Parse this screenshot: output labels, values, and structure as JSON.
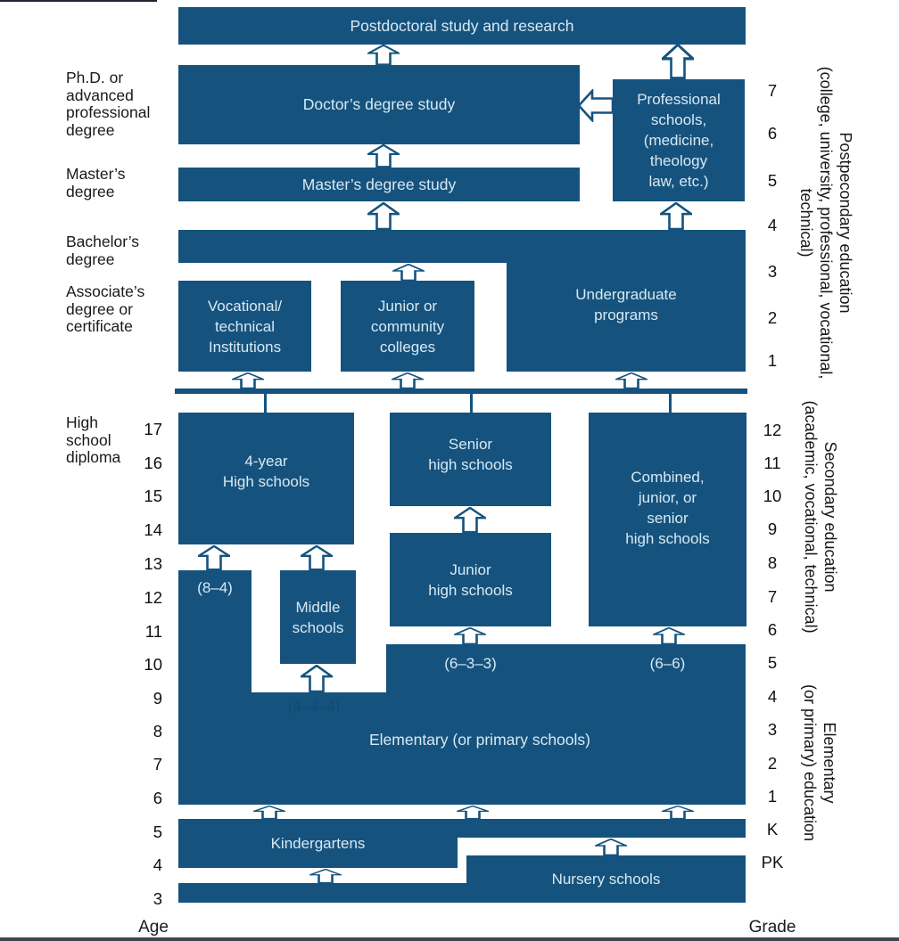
{
  "colors": {
    "box_blue": "#15537E",
    "box_text": "#D9E8F2",
    "label_ink": "#1A1A1A"
  },
  "boxes": {
    "postdoctoral": "Postdoctoral study and research",
    "doctors": "Doctor’s degree study",
    "professional": "Professional\nschools,\n(medicine,\ntheology\nlaw, etc.)",
    "masters": "Master’s degree study",
    "vocational": "Vocational/\ntechnical\nInstitutions",
    "junior_colleges": "Junior or\ncommunity\ncolleges",
    "undergraduate": "Undergraduate\nprograms",
    "four_year_hs": "4-year\nHigh schools",
    "senior_hs": "Senior\nhigh schools",
    "combined_hs": "Combined,\njunior, or\nsenior\nhigh schools",
    "junior_hs": "Junior\nhigh schools",
    "middle_schools": "Middle\nschools",
    "elementary": "Elementary (or primary schools)",
    "kindergartens": "Kindergartens",
    "nursery": "Nursery schools"
  },
  "path_labels": {
    "eight_four": "(8–4)",
    "four_four_four": "(4–4–4)",
    "six_three_three": "(6–3–3)",
    "six_six": "(6–6)"
  },
  "left_labels": {
    "phd": "Ph.D. or\nadvanced\nprofessional\ndegree",
    "masters": "Master’s\ndegree",
    "bachelors": "Bachelor’s\ndegree",
    "associates": "Associate’s\ndegree or\ncertificate",
    "hs_diploma": "High\nschool\ndiploma"
  },
  "axis": {
    "age_caption": "Age",
    "grade_caption": "Grade",
    "ages": [
      "17",
      "16",
      "15",
      "14",
      "13",
      "12",
      "11",
      "10",
      "9",
      "8",
      "7",
      "6",
      "5",
      "4",
      "3"
    ],
    "grades_postsecondary": [
      "7",
      "6",
      "5",
      "4",
      "3",
      "2",
      "1"
    ],
    "grades_school": [
      "12",
      "11",
      "10",
      "9",
      "8",
      "7",
      "6",
      "5",
      "4",
      "3",
      "2",
      "1",
      "K",
      "PK"
    ]
  },
  "side_labels": {
    "postsecondary": "Postpecondary education\n(college, university, professional, vocational,\ntechnical)",
    "secondary": "Secondary education\n(academic, vocational, technical)",
    "elementary": "Elementary\n(or primary) education"
  }
}
